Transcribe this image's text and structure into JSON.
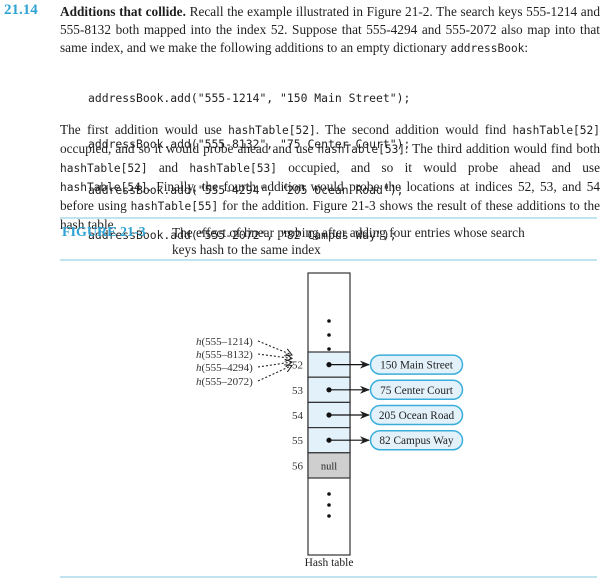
{
  "section": {
    "number": "21.14",
    "heading": "Additions that collide.",
    "intro_parts": [
      " Recall the example illustrated in Figure 21-2. The search keys 555-1214 and 555-8132 both mapped into the index 52. Suppose that 555-4294 and 555-2072 also map into that same index, and we make the following additions to an empty dictionary ",
      "addressBook",
      ":"
    ]
  },
  "code_lines": [
    "addressBook.add(\"555-1214\", \"150 Main Street\");",
    "addressBook.add(\"555-8132\", \"75 Center Court\");",
    "addressBook.add(\"555-4294\", \"205 Ocean Road\");",
    "addressBook.add(\"555-2072\", \"82 Campus Way\");"
  ],
  "explanation_parts": [
    {
      "t": "The first addition would use ",
      "code": false
    },
    {
      "t": "hashTable[52]",
      "code": true
    },
    {
      "t": ". The second addition would find ",
      "code": false
    },
    {
      "t": "hashTable[52]",
      "code": true
    },
    {
      "t": " occupied, and so it would probe ahead and use ",
      "code": false
    },
    {
      "t": "hashTable[53]",
      "code": true
    },
    {
      "t": ". The third addition would find both ",
      "code": false
    },
    {
      "t": "hashTable[52]",
      "code": true
    },
    {
      "t": " and ",
      "code": false
    },
    {
      "t": "hashTable[53]",
      "code": true
    },
    {
      "t": " occupied, and so it would probe ahead and use ",
      "code": false
    },
    {
      "t": "hashTable[54]",
      "code": true
    },
    {
      "t": ". Finally, the fourth addition would probe the locations at indices 52, 53, and 54 before using ",
      "code": false
    },
    {
      "t": "hashTable[55]",
      "code": true
    },
    {
      "t": " for the addition. Figure 21-3 shows the result of these additions to the hash table.",
      "code": false
    }
  ],
  "figure": {
    "label": "FIGURE 21-3",
    "caption": "The effect of linear probing after adding four entries whose search keys hash to the same index",
    "hash_calls": [
      {
        "fn": "h",
        "arg": "(555–1214)"
      },
      {
        "fn": "h",
        "arg": "(555–8132)"
      },
      {
        "fn": "h",
        "arg": "(555–4294)"
      },
      {
        "fn": "h",
        "arg": "(555–2072)"
      }
    ],
    "cells": [
      {
        "index": "52",
        "value": "150 Main Street",
        "filled": true
      },
      {
        "index": "53",
        "value": "75 Center Court",
        "filled": true
      },
      {
        "index": "54",
        "value": "205 Ocean Road",
        "filled": true
      },
      {
        "index": "55",
        "value": "82 Campus Way",
        "filled": true
      },
      {
        "index": "56",
        "value": "null",
        "filled": false
      }
    ],
    "table_label": "Hash table",
    "colors": {
      "accent": "#2ea3d4",
      "cell_fill": "#e3f1fa",
      "null_fill": "#cfcfcf",
      "bubble_fill": "#e3f1fa",
      "bubble_stroke": "#3aaedb",
      "rule": "#bfe3ef"
    }
  }
}
